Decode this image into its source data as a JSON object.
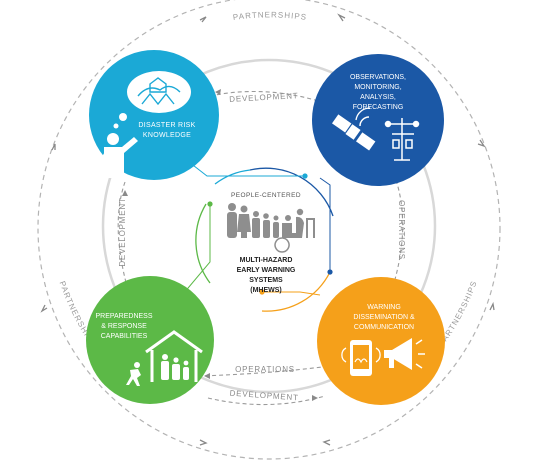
{
  "outer_ring": {
    "top_label": "PARTNERSHIPS",
    "left_label": "PARTNERSHIPS",
    "right_label": "PARTNERSHIPS"
  },
  "links": {
    "top": "DEVELOPMENT",
    "bottom": "DEVELOPMENT",
    "left": "DEVELOPMENT",
    "right": "OPERATIONS",
    "bottom_inner": "OPERATIONS"
  },
  "pillars": {
    "knowledge": {
      "line1": "DISASTER RISK",
      "line2": "KNOWLEDGE",
      "color": "#1BA9D6"
    },
    "monitoring": {
      "line1": "OBSERVATIONS,",
      "line2": "MONITORING,",
      "line3": "ANALYSIS,",
      "line4": "FORECASTING",
      "color": "#1B58A6"
    },
    "warning": {
      "line1": "WARNING",
      "line2": "DISSEMINATION &",
      "line3": "COMMUNICATION",
      "color": "#F5A01A"
    },
    "preparedness": {
      "line1": "PREPAREDNESS",
      "line2": "& RESPONSE",
      "line3": "CAPABILITIES",
      "color": "#5CB947"
    }
  },
  "center": {
    "caption": "PEOPLE-CENTERED",
    "title_line1": "MULTI-HAZARD",
    "title_line2": "EARLY WARNING",
    "title_line3": "SYSTEMS",
    "title_line4": "(MHEWS)"
  }
}
